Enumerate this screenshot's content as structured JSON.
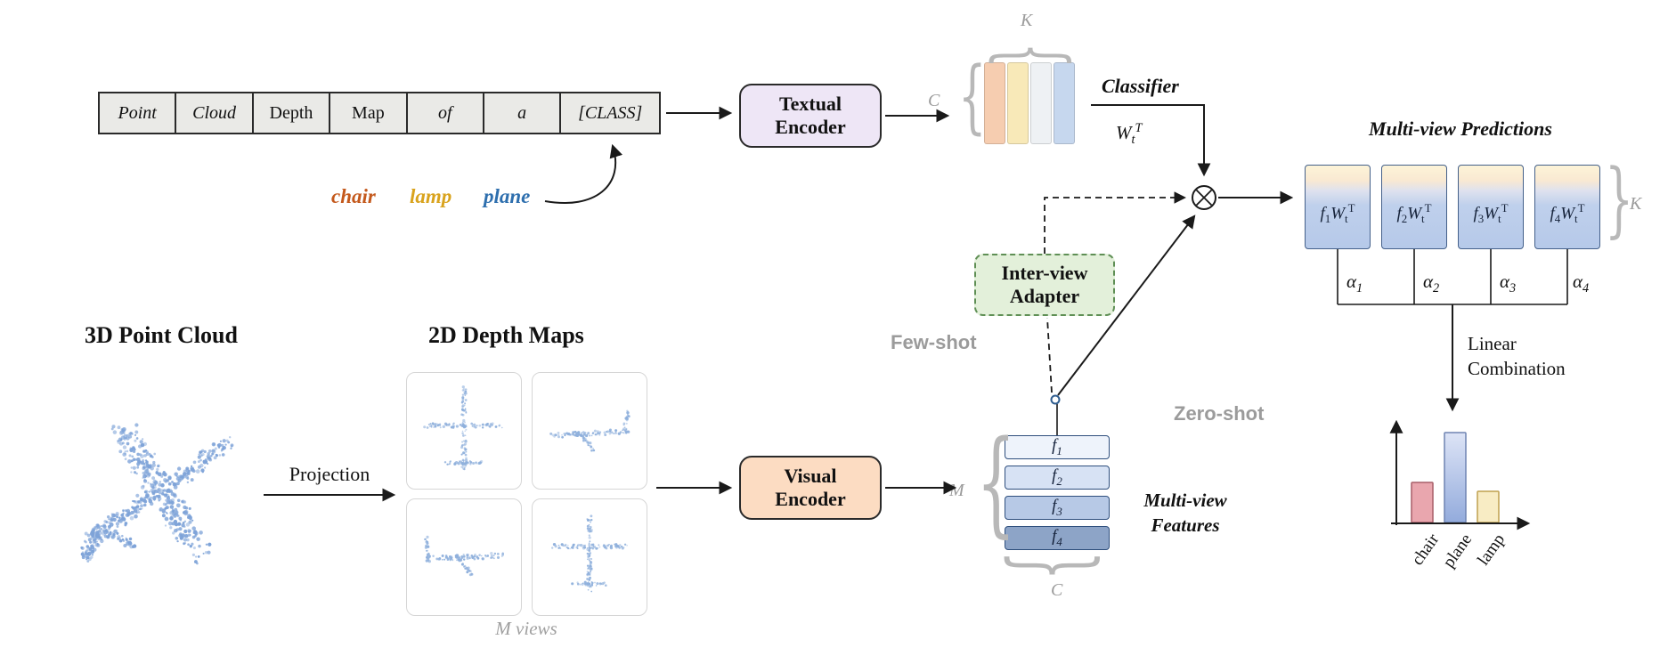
{
  "palette": {
    "classifier_bars": [
      "#f6cdb0",
      "#f8e9b8",
      "#eef1f4",
      "#c6d7ee"
    ],
    "feature_rows": [
      "#eef3fb",
      "#d7e2f4",
      "#b7c9e6",
      "#8da4c7"
    ],
    "class_word_colors": [
      "#c4591c",
      "#d9a31d",
      "#2e6fae"
    ],
    "textual_encoder_bg": "#eee6f6",
    "visual_encoder_bg": "#fcdcc2",
    "adapter_bg": "#e3f0da",
    "adapter_border": "#5f8f55",
    "prediction_gradient_top": "#fdf4d8",
    "prediction_gradient_bottom": "#b6c9e9",
    "point_cloud_dot": "#7ea3d8",
    "depth_map_dot": "#8fb0dc",
    "brace_gray": "#b8b8b8"
  },
  "prompt": {
    "cells": [
      {
        "text": "Point"
      },
      {
        "text": "Cloud"
      },
      {
        "text": "Depth"
      },
      {
        "text": "Map"
      },
      {
        "text": "of"
      },
      {
        "text": "a"
      },
      {
        "text": "[CLASS]"
      }
    ],
    "classes": [
      {
        "label": "chair"
      },
      {
        "label": "lamp"
      },
      {
        "label": "plane"
      }
    ]
  },
  "nodes": {
    "textual_encoder": {
      "line1": "Textual",
      "line2": "Encoder"
    },
    "visual_encoder": {
      "line1": "Visual",
      "line2": "Encoder"
    },
    "adapter": {
      "line1": "Inter-view",
      "line2": "Adapter"
    }
  },
  "labels": {
    "classifier": "Classifier",
    "w_base": "W",
    "w_sub": "t",
    "w_sup": "T",
    "few_shot": "Few-shot",
    "zero_shot": "Zero-shot",
    "multiview_predictions": "Multi-view Predictions",
    "multiview_features_line1": "Multi-view",
    "multiview_features_line2": "Features",
    "linear_combination_line1": "Linear",
    "linear_combination_line2": "Combination",
    "projection": "Projection",
    "point_cloud_title": "3D Point Cloud",
    "depth_maps_title": "2D Depth Maps",
    "m_views": "M views",
    "dim_K_classifier": "K",
    "dim_C_classifier": "C",
    "dim_M_features": "M",
    "dim_C_features": "C",
    "dim_K_predictions": "K"
  },
  "predictions": {
    "boxes": [
      {
        "f": "f",
        "fsub": "1",
        "w": "W",
        "wsub": "t",
        "wsup": "T"
      },
      {
        "f": "f",
        "fsub": "2",
        "w": "W",
        "wsub": "t",
        "wsup": "T"
      },
      {
        "f": "f",
        "fsub": "3",
        "w": "W",
        "wsub": "t",
        "wsup": "T"
      },
      {
        "f": "f",
        "fsub": "4",
        "w": "W",
        "wsub": "t",
        "wsup": "T"
      }
    ],
    "alphas": [
      {
        "sym": "α",
        "idx": "1"
      },
      {
        "sym": "α",
        "idx": "2"
      },
      {
        "sym": "α",
        "idx": "3"
      },
      {
        "sym": "α",
        "idx": "4"
      }
    ]
  },
  "features": {
    "rows": [
      {
        "sym": "f",
        "idx": "1"
      },
      {
        "sym": "f",
        "idx": "2"
      },
      {
        "sym": "f",
        "idx": "3"
      },
      {
        "sym": "f",
        "idx": "4"
      }
    ]
  },
  "chart_data": {
    "type": "bar",
    "title": "",
    "categories": [
      "chair",
      "plane",
      "lamp"
    ],
    "values": [
      0.36,
      0.8,
      0.28
    ],
    "ylim": [
      0,
      1
    ],
    "colors": [
      "#e9a6ae",
      "#b5c4ea",
      "#f8ecc4"
    ],
    "strokes": [
      "#a85f68",
      "#6e83b2",
      "#bfa04e"
    ],
    "legend": "none",
    "grid": false
  }
}
